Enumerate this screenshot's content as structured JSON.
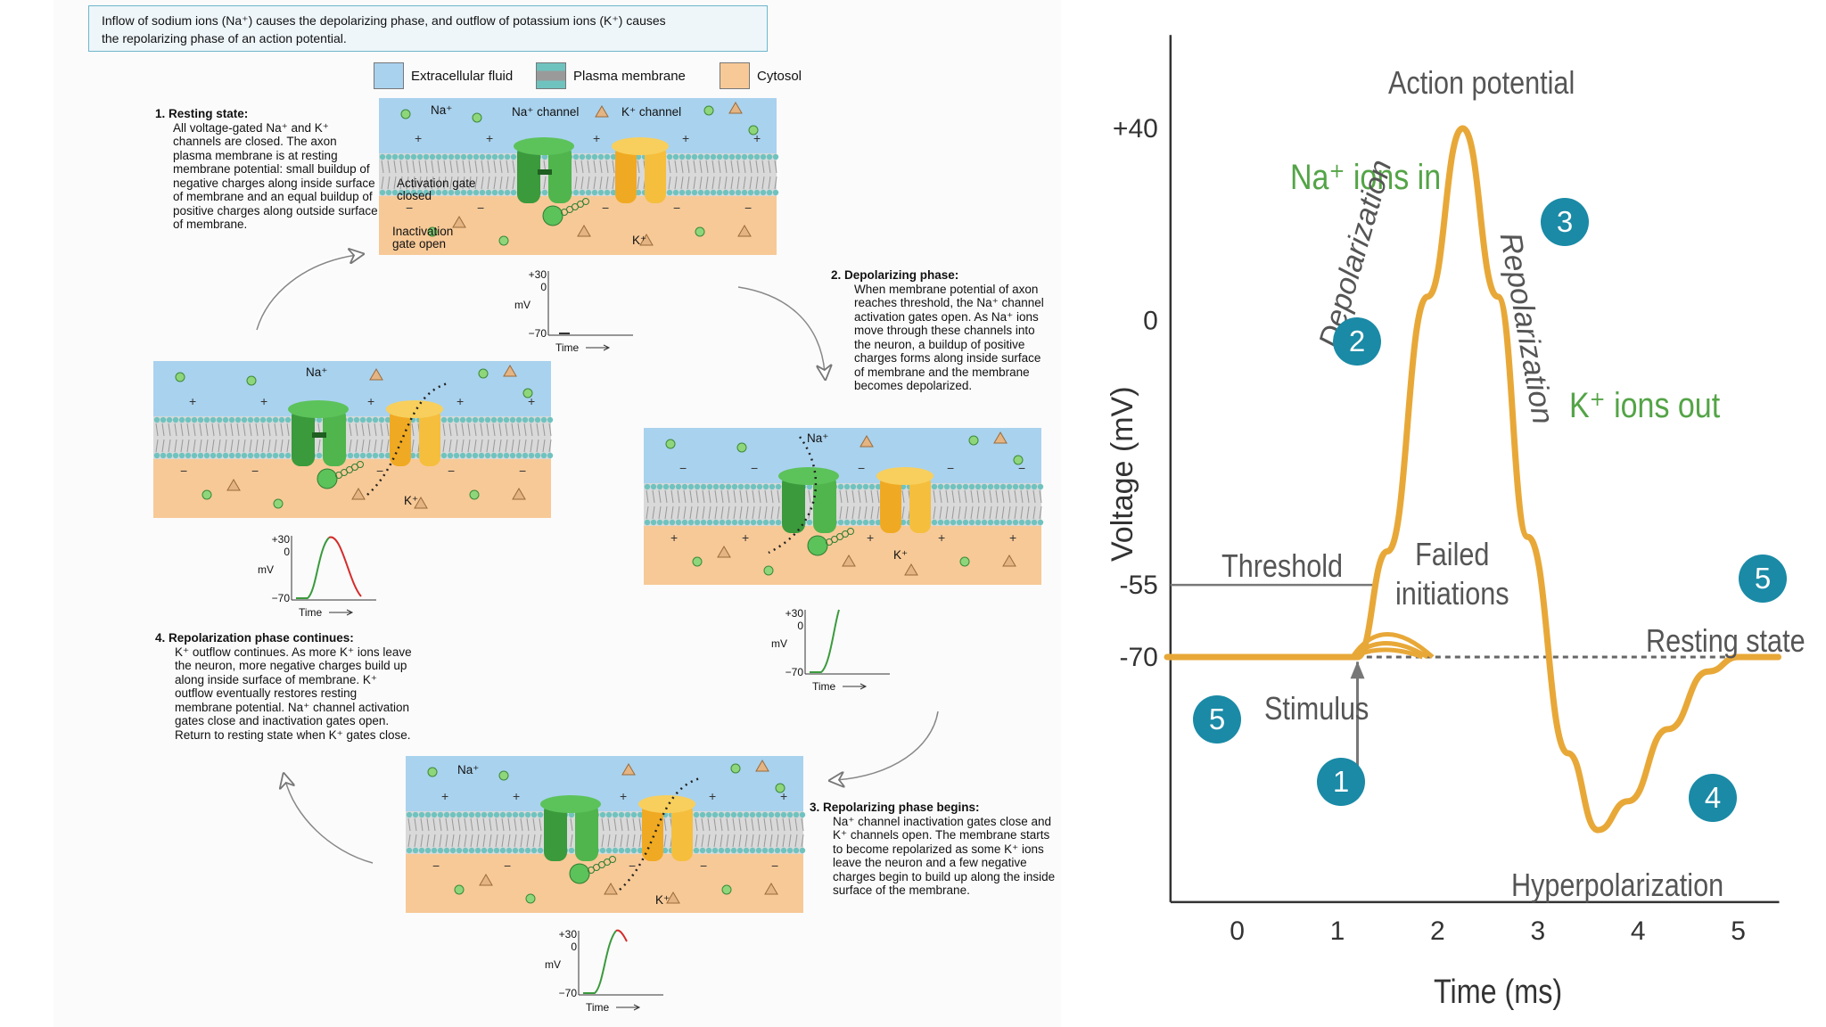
{
  "left": {
    "caption_line1": "Inflow of sodium ions (Na⁺) causes the depolarizing phase, and outflow of potassium ions (K⁺) causes",
    "caption_line2": "the repolarizing phase of an action potential.",
    "legend": [
      {
        "label": "Extracellular fluid",
        "color": "#a9d2ee"
      },
      {
        "label": "Plasma membrane",
        "color": "#6fc3bf"
      },
      {
        "label": "Cytosol",
        "color": "#f7c997"
      }
    ],
    "labels": {
      "na": "Na⁺",
      "k": "K⁺",
      "na_channel": "Na⁺ channel",
      "k_channel": "K⁺ channel",
      "activation_gate": "Activation gate closed",
      "inactivation_gate": "Inactivation gate open",
      "mv": "mV",
      "time": "Time",
      "plus30": "+30",
      "zero": "0",
      "minus70": "−70"
    },
    "steps": [
      {
        "title": "1. Resting state:",
        "body": "All voltage-gated Na⁺ and K⁺ channels are closed. The axon plasma membrane is at resting membrane potential: small buildup of negative charges along inside surface of membrane and an equal buildup of positive charges along outside surface of membrane."
      },
      {
        "title": "2. Depolarizing phase:",
        "body": "When membrane potential of axon reaches threshold, the Na⁺ channel activation gates open. As Na⁺ ions move through these channels into the neuron, a buildup of positive charges forms along inside surface of membrane and the membrane becomes depolarized."
      },
      {
        "title": "3. Repolarizing phase begins:",
        "body": "Na⁺ channel inactivation gates close and K⁺ channels open. The membrane starts to become repolarized as some K⁺ ions leave the neuron and a few negative charges begin to build up along the inside surface of the membrane."
      },
      {
        "title": "4. Repolarization phase continues:",
        "body": "K⁺ outflow continues. As more K⁺ ions leave the neuron, more negative charges build up along inside surface of membrane. K⁺ outflow eventually restores resting membrane potential. Na⁺ channel activation gates close and inactivation gates open. Return to resting state when K⁺ gates close."
      }
    ]
  },
  "chart_data": {
    "type": "line",
    "xlabel": "Time (ms)",
    "ylabel": "Voltage (mV)",
    "x_ticks": [
      "0",
      "1",
      "2",
      "3",
      "4",
      "5"
    ],
    "y_ticks": [
      "+40",
      "0",
      "-55",
      "-70"
    ],
    "xlim": [
      -0.7,
      5.4
    ],
    "ylim": [
      -120,
      60
    ],
    "series": [
      {
        "values_x": [
          -0.7,
          1.2,
          1.5,
          1.9,
          2.25,
          2.6,
          2.9,
          3.3,
          3.6,
          3.9,
          4.3,
          4.7,
          5.0,
          5.4
        ],
        "values_y": [
          -70,
          -70,
          -48,
          5,
          40,
          5,
          -45,
          -90,
          -106,
          -100,
          -85,
          -73,
          -70,
          -70
        ]
      }
    ],
    "failed_initiations": [
      -62,
      -65,
      -67
    ],
    "threshold": -55,
    "resting": -70,
    "colors": {
      "curve": "#e8a838",
      "text": "#555555",
      "green": "#54a447",
      "badge": "#1a8aa6"
    },
    "annotations": {
      "action_potential": "Action potential",
      "na_in": "Na⁺ ions in",
      "k_out": "K⁺ ions out",
      "depolarization": "Depolarization",
      "repolarization": "Repolarization",
      "threshold": "Threshold",
      "failed": "Failed initiations",
      "resting": "Resting state",
      "stimulus": "Stimulus",
      "hyperpolarization": "Hyperpolarization"
    },
    "badges": [
      "1",
      "2",
      "3",
      "4",
      "5",
      "5"
    ]
  }
}
